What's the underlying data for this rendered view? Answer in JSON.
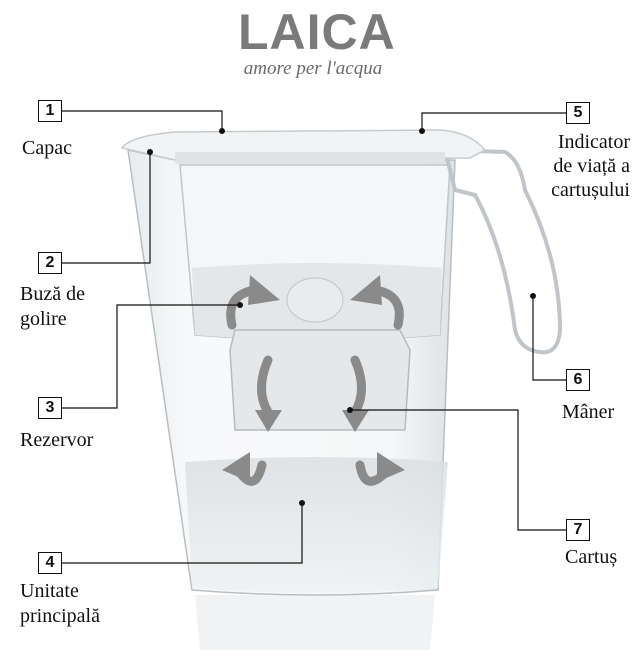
{
  "logo": {
    "brand": "LAICA",
    "tagline": "amore per l'acqua"
  },
  "colors": {
    "arrow": "#8a8a8a",
    "logo": "#7a7a7a",
    "line": "#111111"
  },
  "callouts": [
    {
      "number": "1",
      "label": "Capac"
    },
    {
      "number": "2",
      "label_line1": "Buză de",
      "label_line2": "golire"
    },
    {
      "number": "3",
      "label": "Rezervor"
    },
    {
      "number": "4",
      "label_line1": "Unitate",
      "label_line2": "principală"
    },
    {
      "number": "5",
      "label_line1": "Indicator",
      "label_line2": "de viață a",
      "label_line3": "cartușului"
    },
    {
      "number": "6",
      "label": "Mâner"
    },
    {
      "number": "7",
      "label": "Cartuș"
    }
  ]
}
